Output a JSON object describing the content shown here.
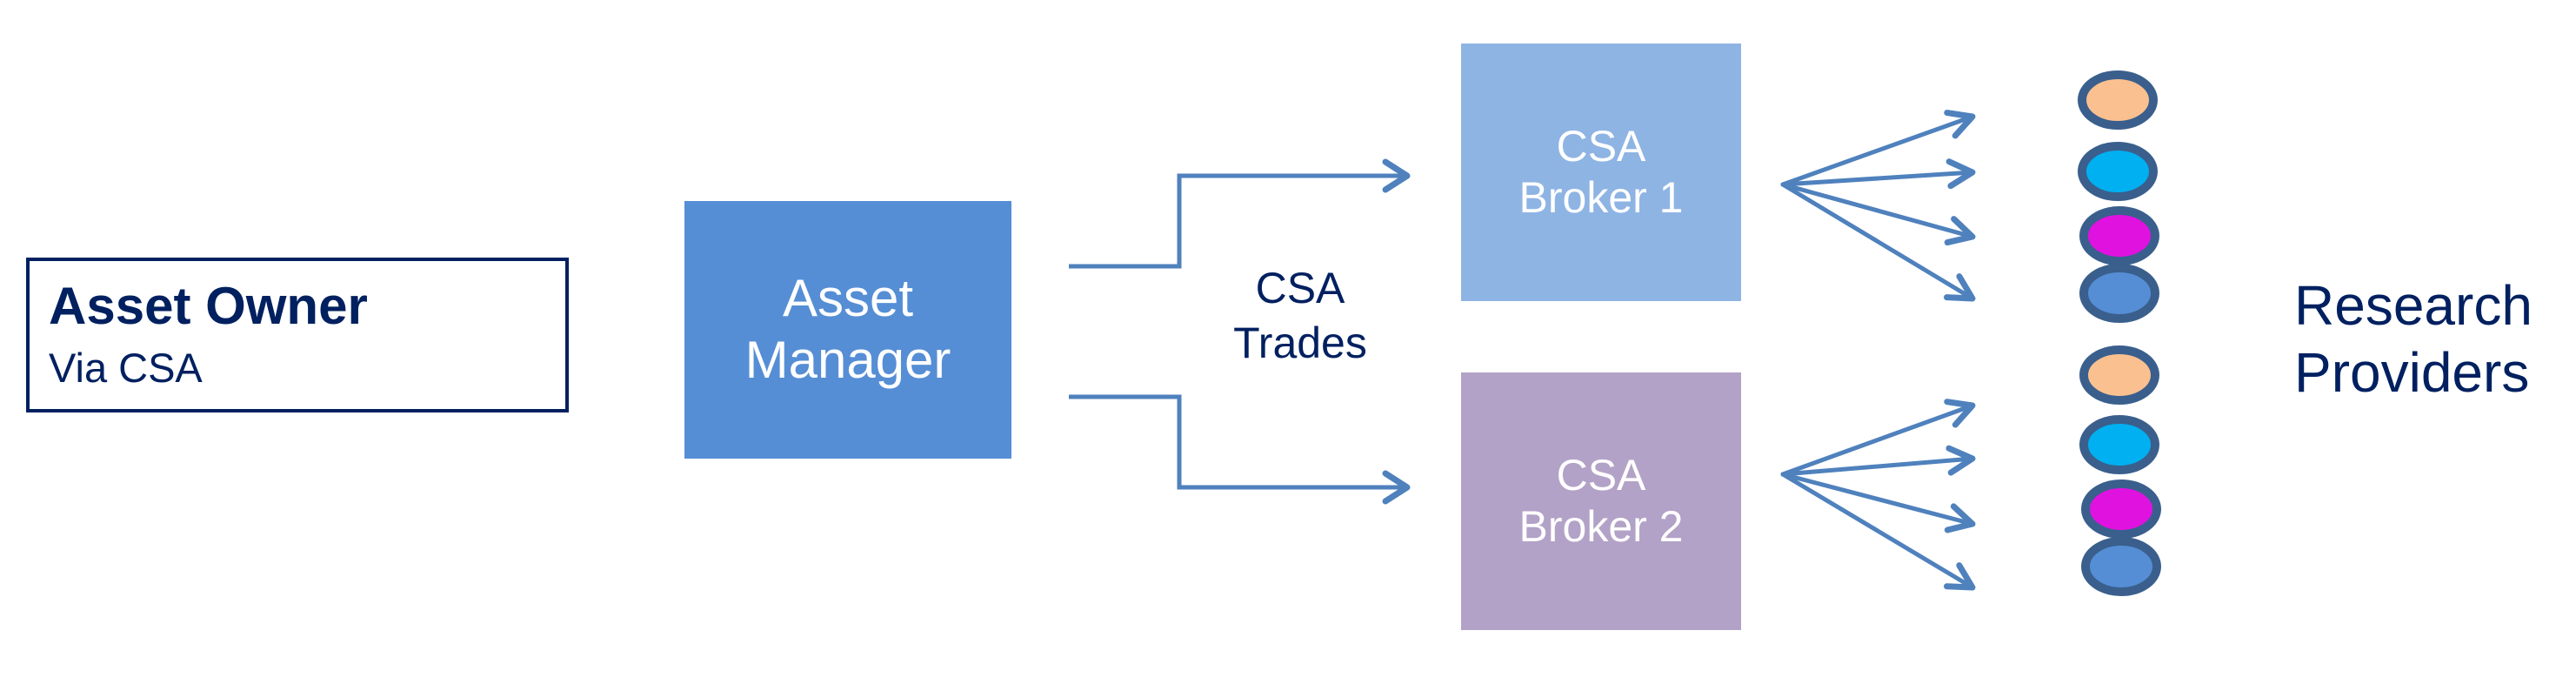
{
  "diagram": {
    "asset_owner": {
      "title": "Asset Owner",
      "subtitle": "Via CSA"
    },
    "asset_manager": {
      "line1": "Asset",
      "line2": "Manager"
    },
    "csa_trades": {
      "line1": "CSA",
      "line2": "Trades"
    },
    "brokers": [
      {
        "line1": "CSA",
        "line2": "Broker 1"
      },
      {
        "line1": "CSA",
        "line2": "Broker 2"
      }
    ],
    "research_providers": {
      "line1": "Research",
      "line2": "Providers"
    },
    "provider_groups": [
      {
        "broker": "CSA Broker 1",
        "providers": [
          "peach",
          "cyan",
          "magenta",
          "blue"
        ]
      },
      {
        "broker": "CSA Broker 2",
        "providers": [
          "peach",
          "cyan",
          "magenta",
          "blue"
        ]
      }
    ],
    "edges": [
      {
        "from": "Asset Manager",
        "to": "CSA Broker 1",
        "label": "CSA Trades"
      },
      {
        "from": "Asset Manager",
        "to": "CSA Broker 2",
        "label": "CSA Trades"
      },
      {
        "from": "CSA Broker 1",
        "to": "Research Providers",
        "count": 4
      },
      {
        "from": "CSA Broker 2",
        "to": "Research Providers",
        "count": 4
      }
    ]
  },
  "colors": {
    "navy_text": "#002060",
    "asset_manager_fill": "#558ED5",
    "broker1_fill": "#8EB4E3",
    "broker2_fill": "#B3A2C7",
    "arrow": "#4F81BD",
    "provider_outline": "#3A5F8C",
    "provider_fills": {
      "peach": "#FAC090",
      "cyan": "#00B0F0",
      "magenta": "#E012E0",
      "blue": "#558ED5"
    }
  }
}
